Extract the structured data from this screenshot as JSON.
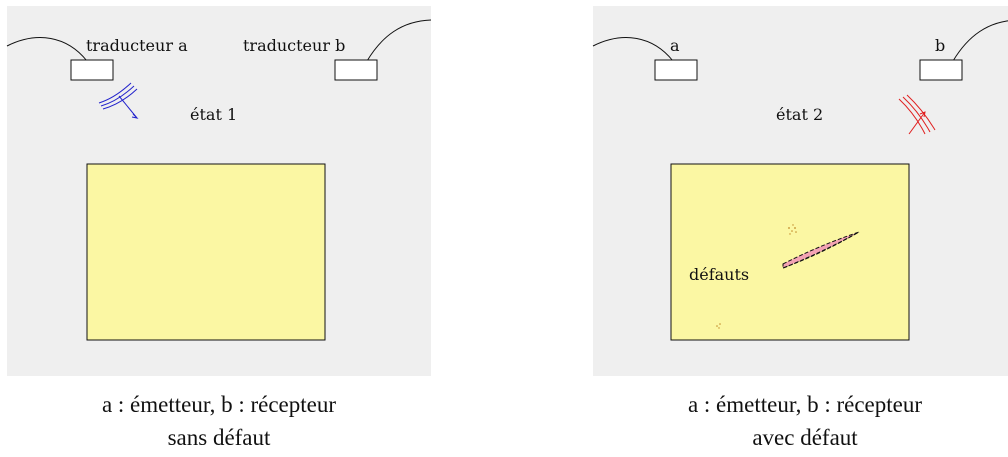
{
  "left": {
    "transducer_a_label": "traducteur a",
    "transducer_b_label": "traducteur b",
    "state_label": "état 1",
    "caption_line1": "a : émetteur, b : récepteur",
    "caption_line2": "sans défaut",
    "wave_color": "#2222cc"
  },
  "right": {
    "transducer_a_label": "a",
    "transducer_b_label": "b",
    "state_label": "état 2",
    "defects_label": "défauts",
    "caption_line1": "a : émetteur, b : récepteur",
    "caption_line2": "avec défaut",
    "wave_color": "#e02020",
    "defect_color": "#f4a3b4"
  },
  "colors": {
    "panel_background": "#efefef",
    "specimen_fill": "#fbf7a3"
  }
}
